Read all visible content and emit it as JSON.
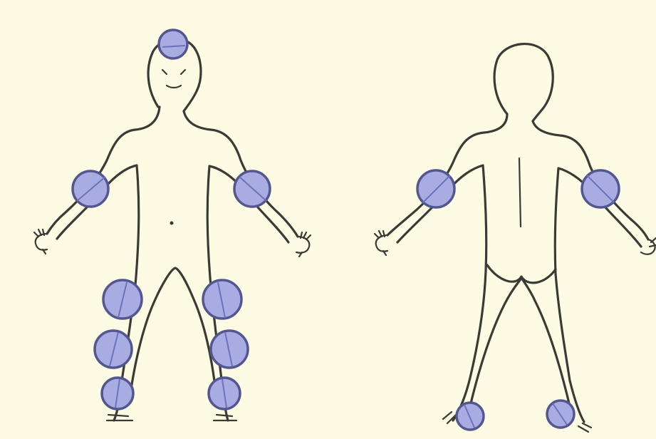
{
  "colors": {
    "background": "#fdfbe4",
    "outline": "#3b3b36",
    "marker_fill": "#a9abe3",
    "marker_stroke": "#53568f",
    "marker_line": "#6e72b8"
  },
  "figures": [
    {
      "name": "front-view",
      "markers": [
        "head",
        "left-upper-arm",
        "right-upper-arm",
        "left-thigh",
        "right-thigh",
        "left-knee",
        "right-knee",
        "left-shin",
        "right-shin"
      ]
    },
    {
      "name": "back-view",
      "markers": [
        "left-upper-arm",
        "right-upper-arm",
        "left-ankle",
        "right-ankle"
      ]
    }
  ]
}
